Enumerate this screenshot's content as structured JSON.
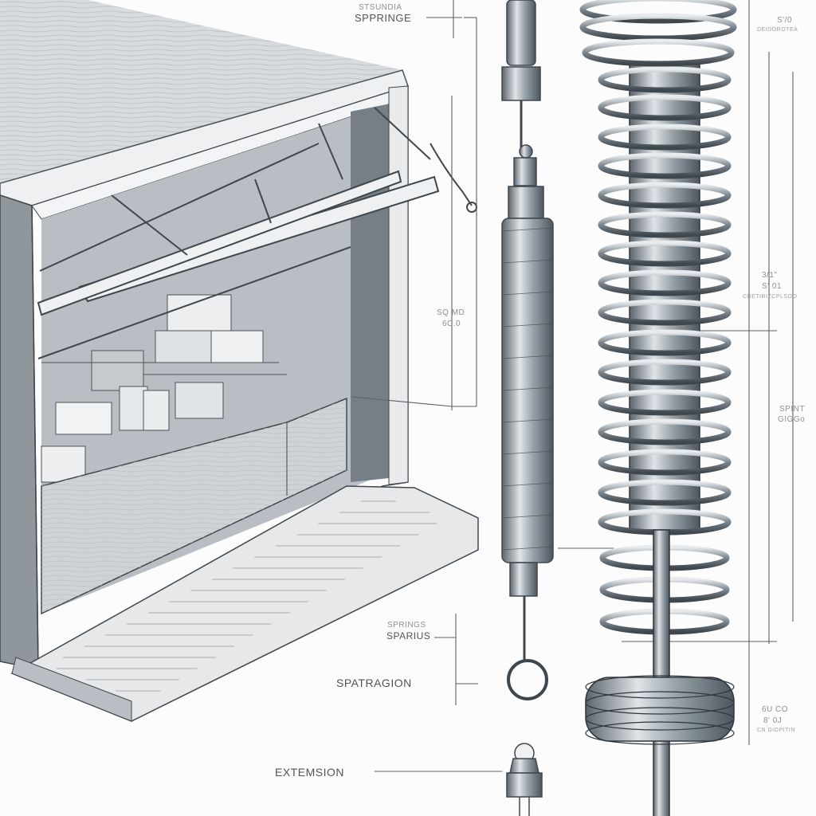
{
  "illustration": {
    "subject": "Garage door spring system technical drawing",
    "palette": {
      "line": "#3f474e",
      "steel_dark": "#5d6770",
      "steel_light": "#c9d0d5",
      "paper": "#fcfcfc",
      "wood": "#d7d9db"
    }
  },
  "labels": {
    "top_sub": "STSUNDIA",
    "top_main": "SPPRINGE",
    "mid_a": "SQ MD",
    "mid_b": "6C.0",
    "springs_sub": "SPRINGS",
    "springs_main": "SPARIUS",
    "spatragion": "SPATRAGION",
    "extension": "EXTEMSION",
    "right_top_a": "S'/0",
    "right_top_b": "DEIDOROTEA",
    "right_mid_a": "3/1\"",
    "right_mid_b": "S' 01",
    "right_mid_c": "CRETIRIZCPLSOO",
    "right_low_a": "SPINT",
    "right_low_b": "GIGGo",
    "right_bottom_a": "6U CO",
    "right_bottom_b": "8' 0J",
    "right_bottom_c": "CN DIOPITIN"
  }
}
